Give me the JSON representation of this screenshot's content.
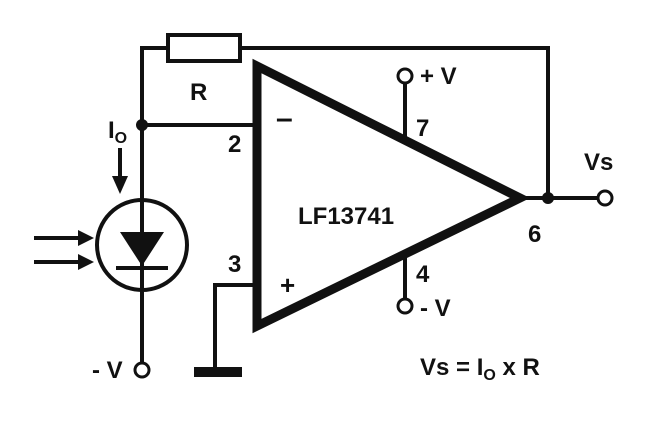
{
  "components": {
    "resistor_label": "R",
    "opamp_label": "LF13741",
    "current_label": "I",
    "current_subscript": "O",
    "pin_inverting": "2",
    "pin_noninverting": "3",
    "pin_vplus": "7",
    "pin_vminus": "4",
    "pin_output": "6",
    "minus_sign": "–",
    "plus_sign": "+",
    "supply_positive": "+ V",
    "supply_negative": "- V",
    "diode_supply": "- V",
    "output_label": "Vs"
  },
  "equation": {
    "lhs": "Vs = I",
    "sub": "O",
    "rhs": " x R"
  },
  "colors": {
    "ink": "#111111",
    "paper": "#ffffff"
  }
}
